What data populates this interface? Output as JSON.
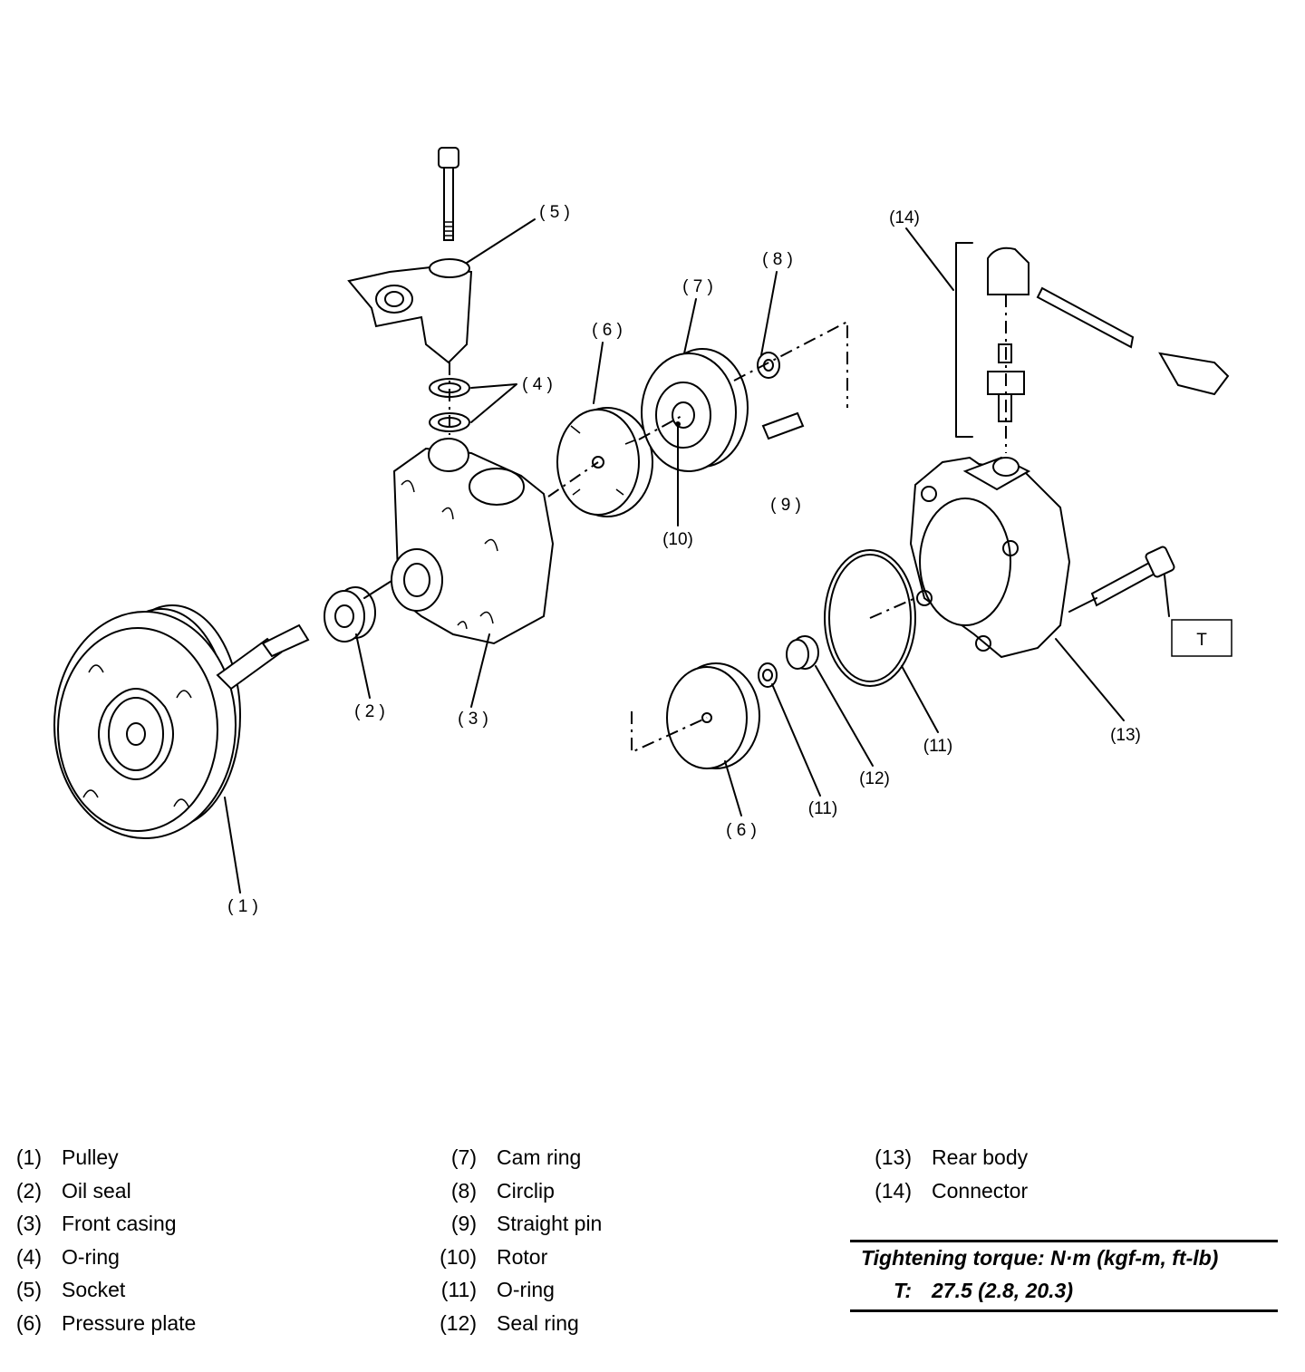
{
  "callouts": {
    "c1": "( 1 )",
    "c2": "( 2 )",
    "c3": "( 3 )",
    "c4": "( 4 )",
    "c5": "( 5 )",
    "c6a": "( 6 )",
    "c6b": "( 6 )",
    "c7": "( 7 )",
    "c8": "( 8 )",
    "c9": "( 9 )",
    "c10": "(10)",
    "c11a": "(11)",
    "c11b": "(11)",
    "c12": "(12)",
    "c13": "(13)",
    "c14": "(14)",
    "t": "T"
  },
  "legend": {
    "col1": [
      {
        "num": "(1)",
        "name": "Pulley"
      },
      {
        "num": "(2)",
        "name": "Oil seal"
      },
      {
        "num": "(3)",
        "name": "Front casing"
      },
      {
        "num": "(4)",
        "name": "O-ring"
      },
      {
        "num": "(5)",
        "name": "Socket"
      },
      {
        "num": "(6)",
        "name": "Pressure plate"
      }
    ],
    "col2": [
      {
        "num": "(7)",
        "name": "Cam ring"
      },
      {
        "num": "(8)",
        "name": "Circlip"
      },
      {
        "num": "(9)",
        "name": "Straight pin"
      },
      {
        "num": "(10)",
        "name": "Rotor"
      },
      {
        "num": "(11)",
        "name": "O-ring"
      },
      {
        "num": "(12)",
        "name": "Seal ring"
      }
    ],
    "col3": [
      {
        "num": "(13)",
        "name": "Rear body"
      },
      {
        "num": "(14)",
        "name": "Connector"
      }
    ]
  },
  "torque": {
    "title": "Tightening torque: N·m (kgf-m, ft-lb)",
    "label": "T:",
    "value": "27.5 (2.8, 20.3)"
  }
}
